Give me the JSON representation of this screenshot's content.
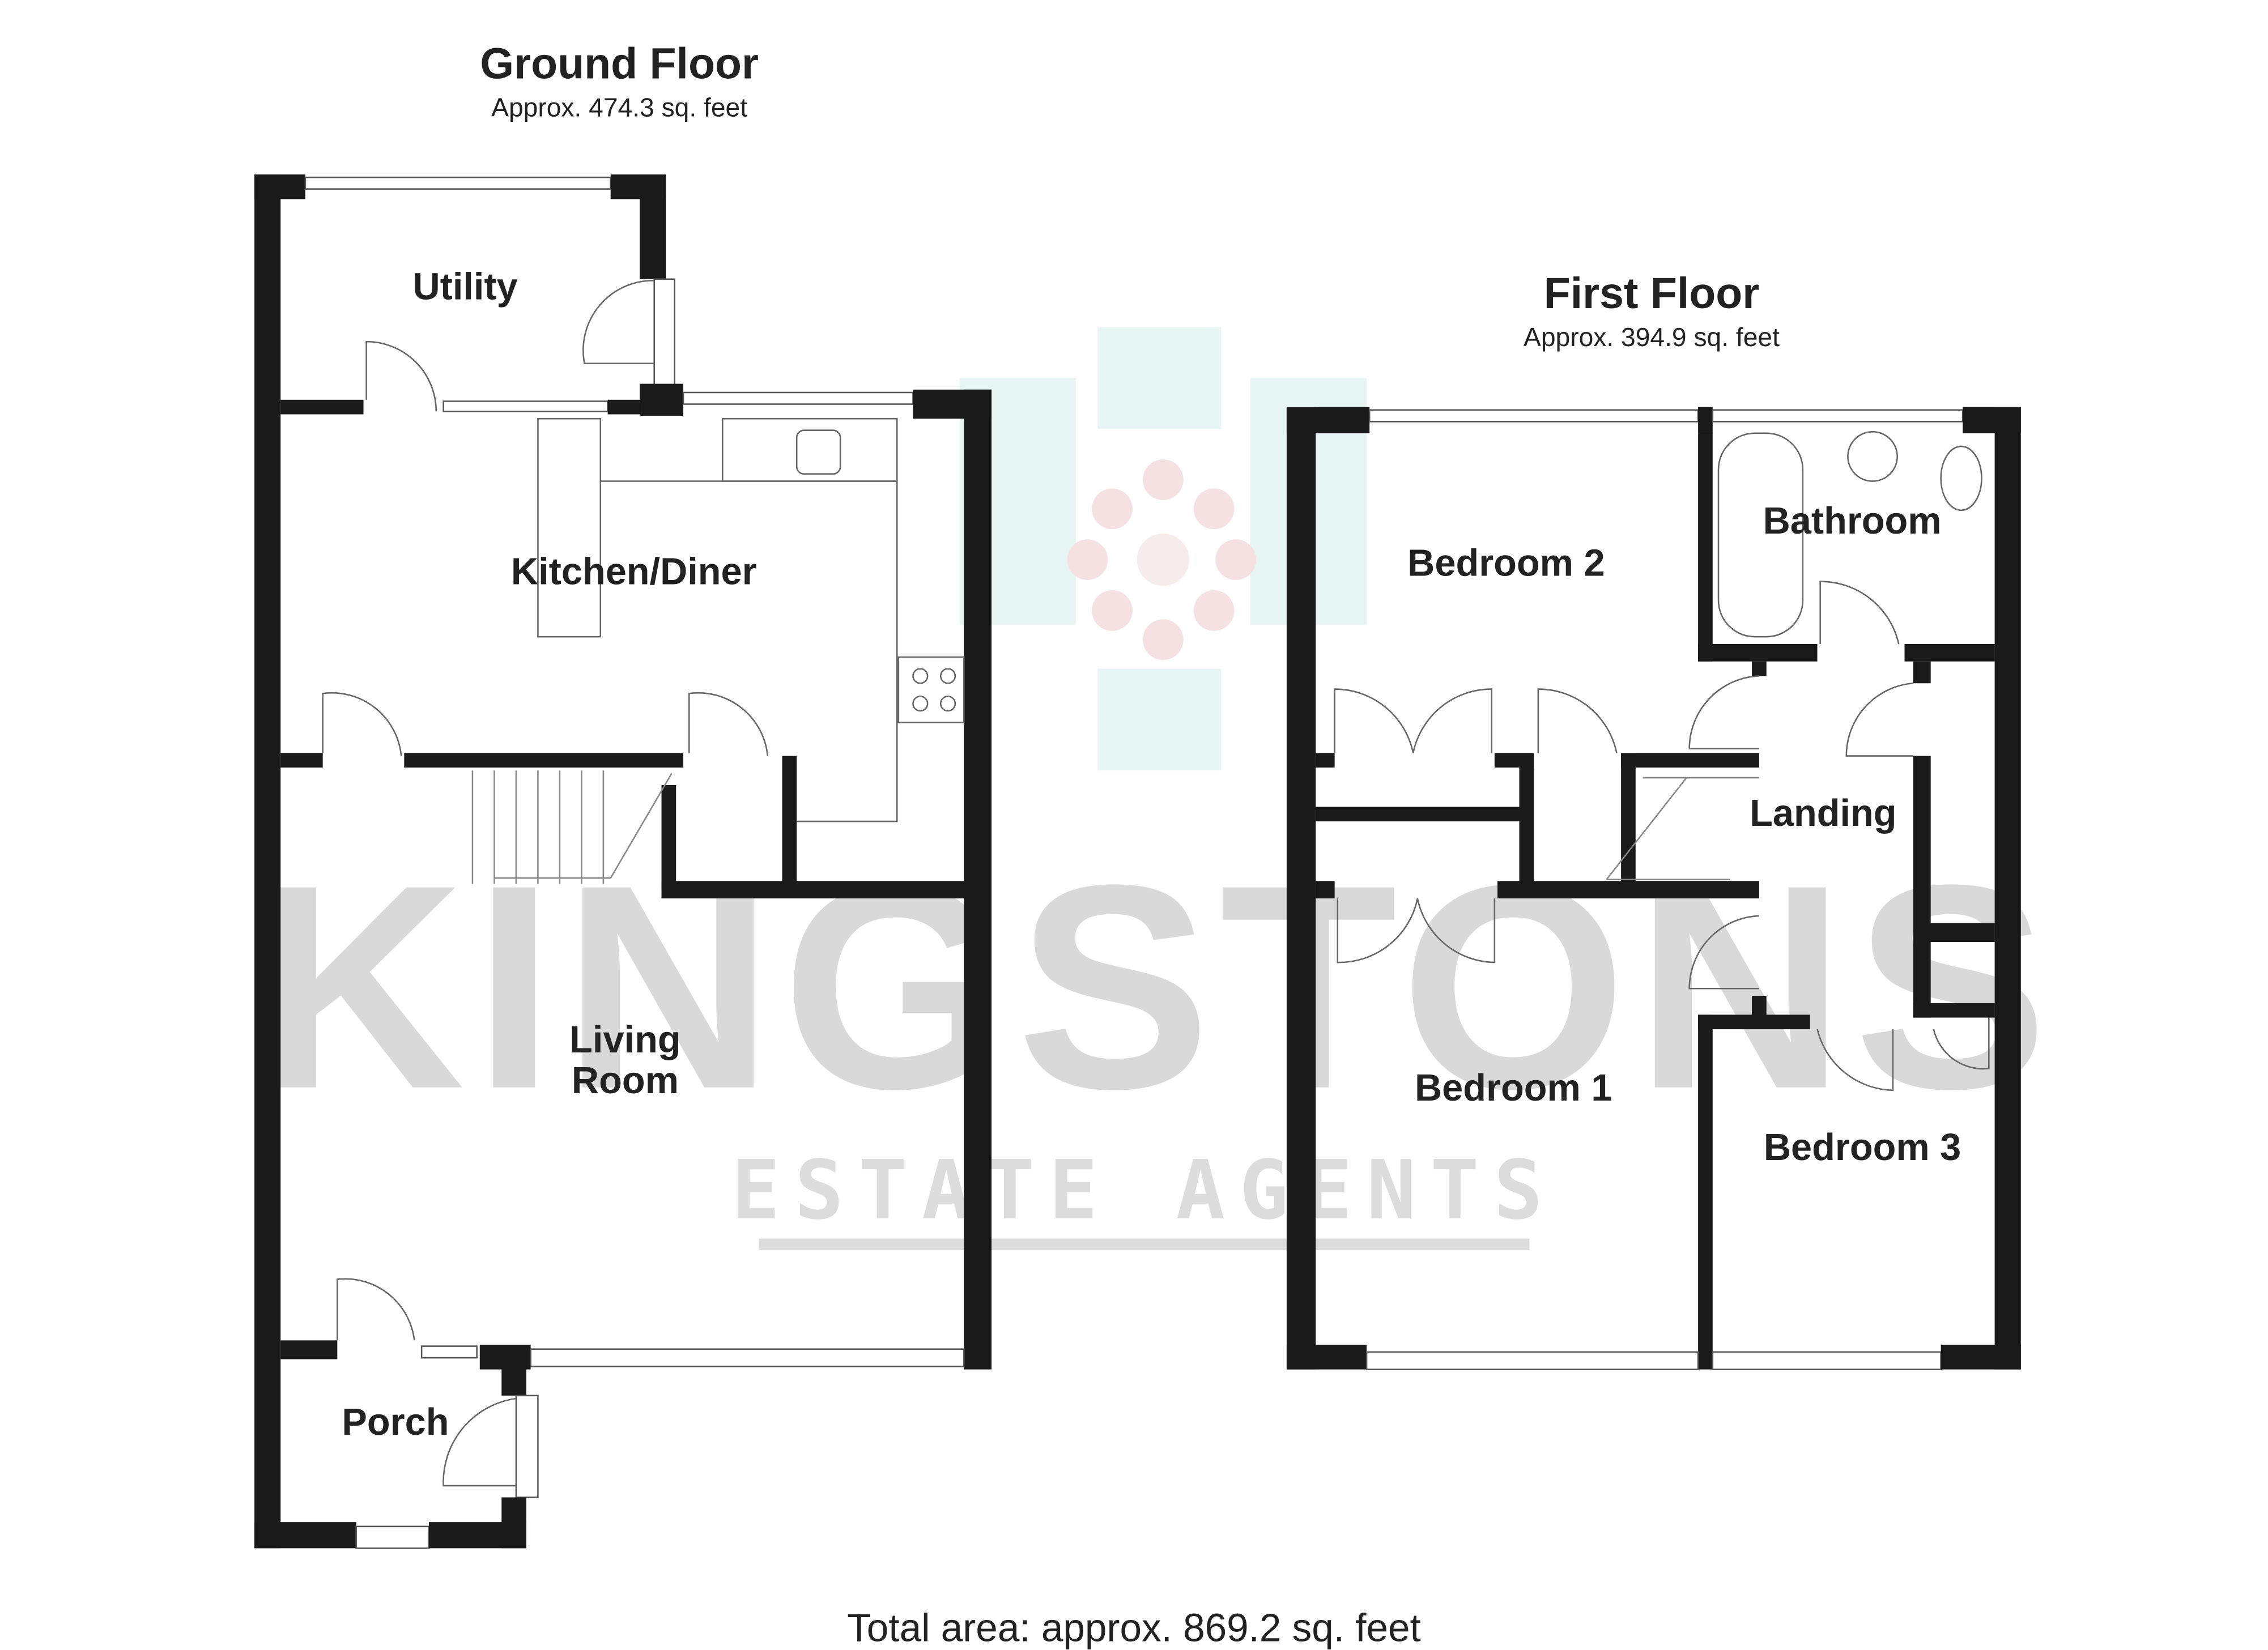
{
  "ground_floor": {
    "title": "Ground Floor",
    "area": "Approx. 474.3 sq. feet",
    "rooms": [
      "Utility",
      "Kitchen/Diner",
      "Living",
      "Room",
      "Porch"
    ]
  },
  "first_floor": {
    "title": "First Floor",
    "area": "Approx. 394.9 sq. feet",
    "rooms": [
      "Bedroom 2",
      "Bathroom",
      "Landing",
      "Bedroom 1",
      "Bedroom 3"
    ]
  },
  "total_area": "Total area: approx. 869.2 sq. feet",
  "watermark": {
    "name": "KINGSTONS",
    "tagline": "ESTATE AGENTS"
  },
  "colors": {
    "wall": "#1a1a1a",
    "watermark": "#d9d9d9",
    "logo_teal": "#e3f3f3",
    "logo_pink": "#f3dcdc"
  }
}
